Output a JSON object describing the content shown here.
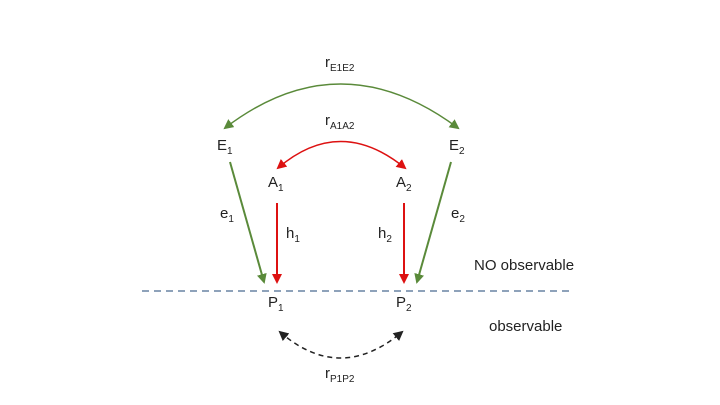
{
  "nodes": {
    "E1": {
      "base": "E",
      "sub": "1"
    },
    "E2": {
      "base": "E",
      "sub": "2"
    },
    "A1": {
      "base": "A",
      "sub": "1"
    },
    "A2": {
      "base": "A",
      "sub": "2"
    },
    "P1": {
      "base": "P",
      "sub": "1"
    },
    "P2": {
      "base": "P",
      "sub": "2"
    }
  },
  "edges": {
    "e1": {
      "base": "e",
      "sub": "1"
    },
    "e2": {
      "base": "e",
      "sub": "2"
    },
    "h1": {
      "base": "h",
      "sub": "1"
    },
    "h2": {
      "base": "h",
      "sub": "2"
    }
  },
  "correlations": {
    "rE": {
      "base": "r",
      "sub": "E1E2"
    },
    "rA": {
      "base": "r",
      "sub": "A1A2"
    },
    "rP": {
      "base": "r",
      "sub": "P1P2"
    }
  },
  "regions": {
    "unobserved": "NO observable",
    "observed": "observable"
  },
  "colors": {
    "environment": "#5a8a3a",
    "additive": "#dd1111",
    "phenotype": "#222222",
    "divider": "#4a6a90"
  }
}
